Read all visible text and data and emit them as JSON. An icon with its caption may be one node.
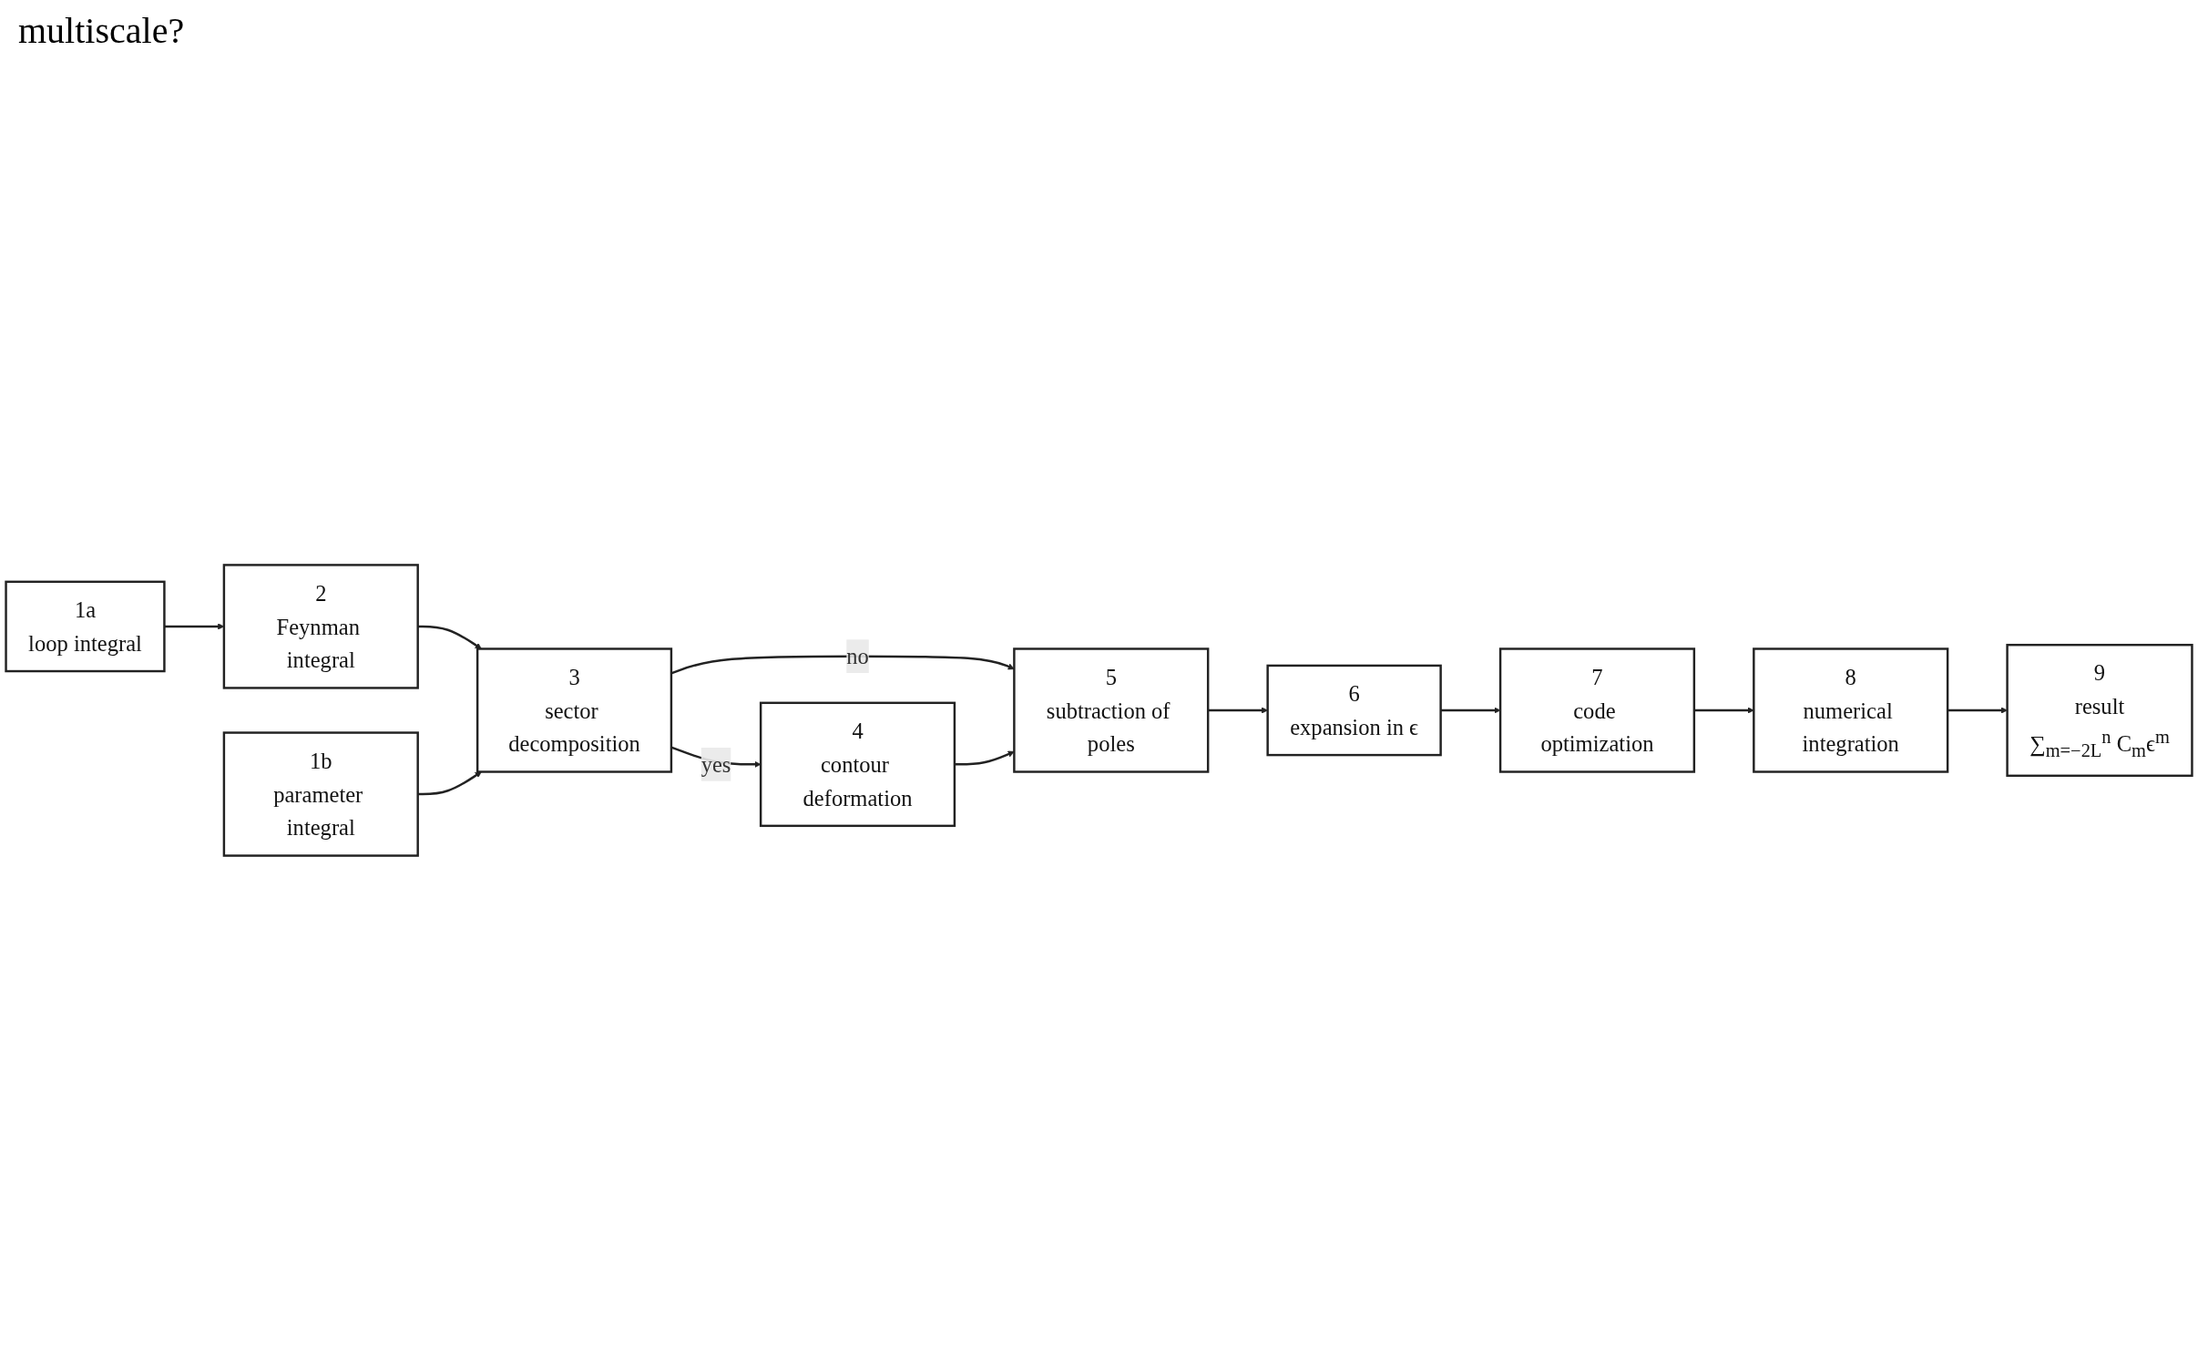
{
  "diagram": {
    "nodes": [
      {
        "text": [
          "1a",
          "loop integral"
        ]
      },
      {
        "text": [
          "1b",
          "parameter integral"
        ]
      },
      {
        "text": [
          "2",
          "Feynman integral"
        ]
      },
      {
        "text": [
          "3",
          "sector decomposition"
        ]
      },
      {
        "text": [
          "4",
          "contour deformation"
        ]
      },
      {
        "text": [
          "5",
          "subtraction of poles"
        ]
      },
      {
        "text": [
          "6",
          "expansion in ϵ"
        ]
      },
      {
        "text": [
          "7",
          "code optimization"
        ]
      },
      {
        "text": [
          "8",
          "numerical integration"
        ]
      },
      {
        "text": [
          "9",
          "result",
          "∑$_{m=−2L}$$^{n}$ C$_{m}$ϵ$^{m}$"
        ]
      }
    ],
    "edges": [
      {
        "from": 0,
        "to": 2,
        "arrow": "to"
      },
      {
        "from": 2,
        "to": 3,
        "arrow": "to"
      },
      {
        "from": 1,
        "to": 3,
        "arrow": "to"
      },
      {
        "from": 3,
        "to": 5,
        "arrow": "to",
        "label": "no"
      },
      {
        "from": 3,
        "to": 4,
        "arrow": "to",
        "label": "yes"
      },
      {
        "from": 4,
        "to": 5,
        "arrow": "to"
      },
      {
        "from": 5,
        "to": 6,
        "arrow": "to"
      },
      {
        "from": 6,
        "to": 7,
        "arrow": "to"
      },
      {
        "from": 7,
        "to": 8,
        "arrow": "to"
      },
      {
        "from": 8,
        "to": 9,
        "arrow": "to"
      }
    ],
    "labels": [
      "multiscale?"
    ]
  }
}
